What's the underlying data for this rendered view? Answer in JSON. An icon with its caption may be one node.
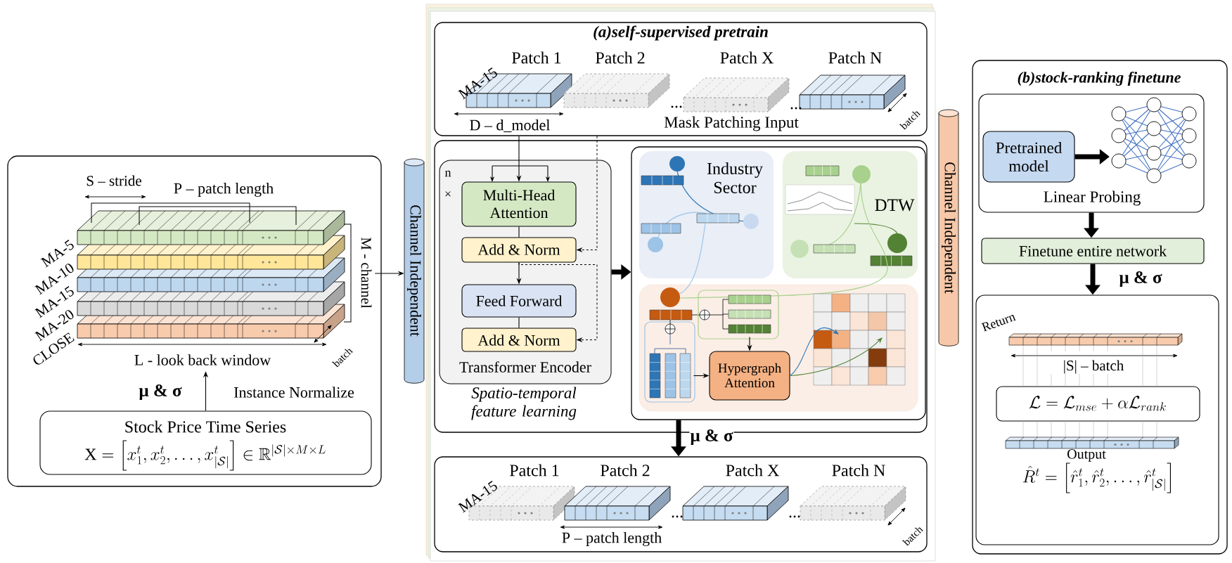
{
  "diagram": {
    "nodes": [
      {
        "text": [],
        "shape": "box"
      },
      {
        "text": [],
        "shape": "picture",
        "beside": [
          "MA-5",
          "MA-10",
          "MA-15",
          "MA-20",
          "CLOSE"
        ],
        "in": 0
      },
      {
        "text": [
          "Stock Price Time Series",
          "\\mathrm{X}=\\left[x_1^t,x_2^t,\\ldots,x_{|\\mathcal{S}|}^t\\right]\\in\\mathbb{R}^{|\\mathcal{S}|\\times M\\times L}"
        ],
        "in": 0
      },
      {
        "text": [
          "Channel Independent"
        ]
      },
      {
        "text": [
          "(a)self-supervised pretrain"
        ]
      },
      {
        "text": [],
        "shape": "box"
      },
      {
        "text": [
          "Transformer Encoder"
        ],
        "beside": [
          "Spatio-temporal feature learning"
        ],
        "in": 5
      },
      {
        "text": [
          "Multi-Head Attention"
        ],
        "in": 6
      },
      {
        "text": [
          "Add & Norm"
        ],
        "in": 6
      },
      {
        "text": [
          "Feed Forward"
        ],
        "in": 6
      },
      {
        "text": [
          "Add & Norm"
        ],
        "in": 6
      },
      {
        "text": [],
        "shape": "box",
        "in": 5
      },
      {
        "text": [
          "Industry Sector"
        ],
        "in": 11
      },
      {
        "text": [
          "DTW"
        ],
        "in": 11
      },
      {
        "text": [],
        "shape": "box",
        "in": 11
      },
      {
        "text": [
          "Hypergraph Attention"
        ],
        "in": 14
      },
      {
        "text": [],
        "shape": "box"
      },
      {
        "text": [
          "Channel Independent"
        ]
      },
      {
        "text": [
          "(b)stock-ranking finetune"
        ]
      },
      {
        "text": [
          "Linear Probing"
        ],
        "in": 18
      },
      {
        "text": [
          "Pretrained model"
        ],
        "in": 19
      },
      {
        "text": [],
        "shape": "picture",
        "in": 19
      },
      {
        "text": [
          "Finetune entire network"
        ],
        "in": 18
      },
      {
        "text": [],
        "shape": "box",
        "in": 18
      },
      {
        "text": [
          "\\mathcal{L}=\\mathcal{L}_{mse}+\\alpha\\mathcal{L}_{rank}"
        ],
        "in": 23
      }
    ],
    "edges": [
      {
        "from": 2,
        "to": 1,
        "arrow": "to"
      },
      {
        "from": 1,
        "to": 3,
        "arrow": "to"
      },
      {
        "from": 4,
        "to": 7,
        "arrow": "to"
      },
      {
        "from": 4,
        "to": 8,
        "arrow": "to",
        "style": "dashed"
      },
      {
        "from": 7,
        "to": 8,
        "arrow": "none"
      },
      {
        "from": 8,
        "to": 9,
        "arrow": "to"
      },
      {
        "from": 9,
        "to": 10,
        "arrow": "none"
      },
      {
        "from": 8,
        "to": 10,
        "arrow": "to",
        "style": "dashed"
      },
      {
        "from": 6,
        "to": 11,
        "arrow": "to",
        "style": "thick"
      },
      {
        "from": null,
        "to": 15,
        "arrow": "to"
      },
      {
        "from": null,
        "to": 15,
        "arrow": "to"
      },
      {
        "from": 15,
        "to": null,
        "arrow": "to",
        "color": "#2e75b6"
      },
      {
        "from": 15,
        "to": null,
        "arrow": "to",
        "color": "#548235"
      },
      {
        "from": 11,
        "to": 16,
        "arrow": "to",
        "style": "thick",
        "label": "μ & σ"
      },
      {
        "from": 20,
        "to": 21,
        "arrow": "to",
        "style": "thick"
      },
      {
        "from": 19,
        "to": 22,
        "arrow": "to",
        "style": "thick"
      },
      {
        "from": 22,
        "to": 23,
        "arrow": "to",
        "style": "thick",
        "label": "μ & σ"
      }
    ],
    "labels": [
      "S – stride",
      "P – patch length",
      "M - channel",
      "L - look back window",
      "batch",
      "μ & σ",
      "Instance Normalize",
      "Patch 1",
      "Patch 2",
      "Patch X",
      "Patch N",
      "MA-15",
      "D – d_model",
      "Mask Patching Input",
      "batch",
      "n",
      "×",
      "Patch 1",
      "Patch 2",
      "Patch X",
      "Patch N",
      "MA-15",
      "P – patch length",
      "batch",
      "Return",
      "|S| – batch",
      "Output",
      "\\hat{R}^t=\\left[\\hat{r}_1^t,\\hat{r}_2^t,\\ldots,\\hat{r}_{|\\mathcal{S}|}^t\\right]"
    ]
  }
}
